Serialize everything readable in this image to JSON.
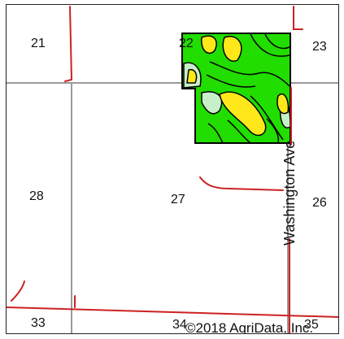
{
  "map": {
    "sections": [
      "21",
      "22",
      "23",
      "28",
      "27",
      "26",
      "33",
      "34",
      "35"
    ],
    "road_name": "Washington Ave",
    "copyright": "©2018 AgriData, Inc.",
    "colors": {
      "field_green": "#22dd00",
      "field_yellow": "#ffe81a",
      "field_pale": "#c8f0c8",
      "field_outline": "#000000",
      "boundary_red": "#cc2222",
      "section_grey": "#999999"
    }
  }
}
